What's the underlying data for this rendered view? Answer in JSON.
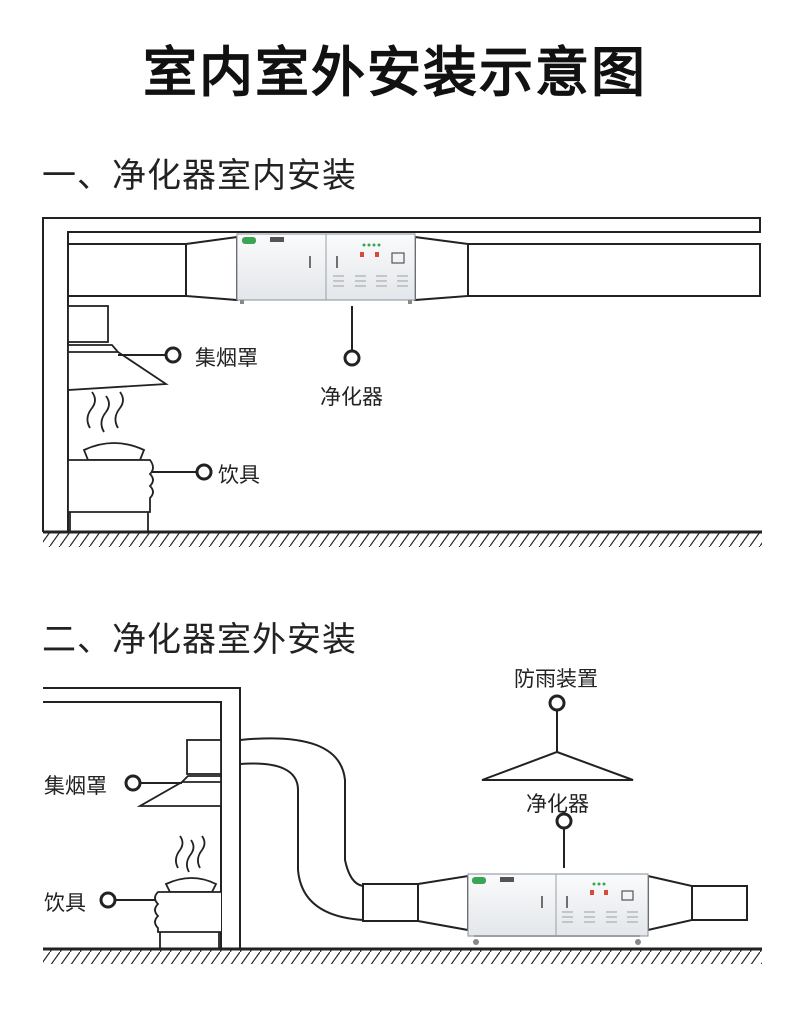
{
  "title": "室内室外安装示意图",
  "indoor": {
    "heading": "一、净化器室内安装",
    "labels": {
      "hood": "集烟罩",
      "purifier": "净化器",
      "stove": "饮具"
    }
  },
  "outdoor": {
    "heading": "二、净化器室外安装",
    "labels": {
      "rain_cover": "防雨装置",
      "purifier": "净化器",
      "hood": "集烟罩",
      "stove": "饮具"
    }
  },
  "colors": {
    "line": "#222222",
    "purifier_body": "#eef0f3",
    "indicator": "#d94a3a",
    "logo": "#3aa655"
  }
}
